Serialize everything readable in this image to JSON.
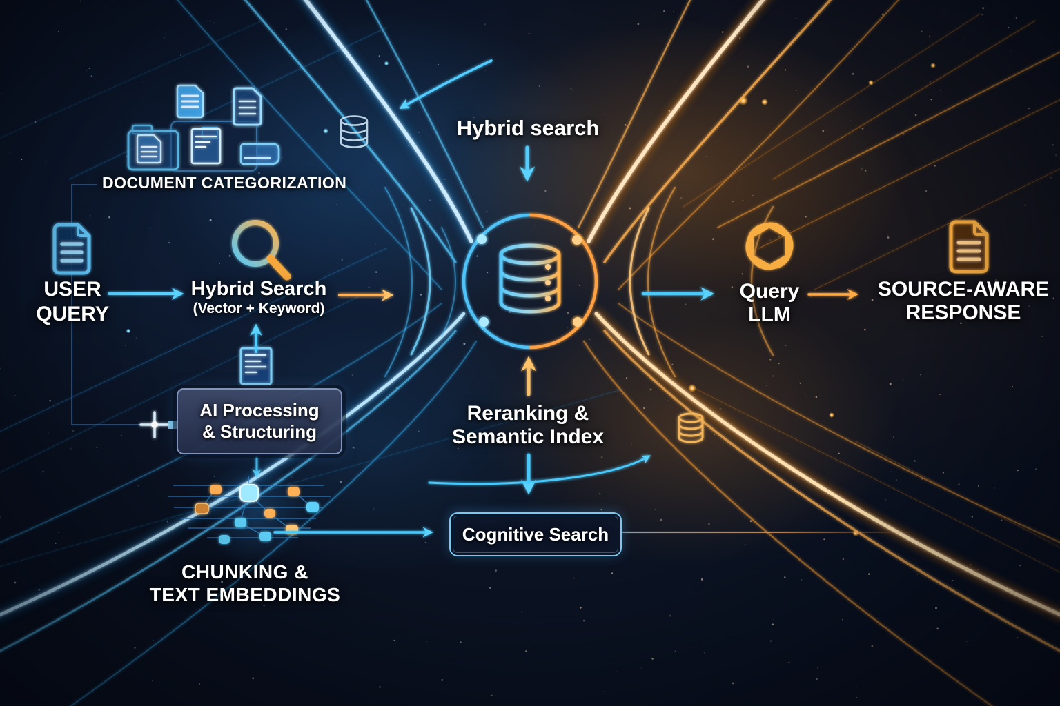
{
  "diagram": {
    "background": {
      "base": "#0a1120",
      "accent_blue": "#3fc1f7",
      "accent_orange": "#f79b33"
    },
    "flow_labels": {
      "hybrid_search_top": "Hybrid search",
      "reranking_line1": "Reranking &",
      "reranking_line2": "Semantic Index"
    },
    "nodes": {
      "document_categorization": {
        "label": "DOCUMENT CATEGORIZATION"
      },
      "user_query": {
        "line1": "USER",
        "line2": "QUERY"
      },
      "hybrid_search": {
        "title": "Hybrid Search",
        "subtitle": "(Vector + Keyword)"
      },
      "ai_processing": {
        "line1": "AI Processing",
        "line2": "& Structuring"
      },
      "chunking": {
        "line1": "CHUNKING &",
        "line2": "TEXT EMBEDDINGS"
      },
      "cognitive_search": {
        "label": "Cognitive Search"
      },
      "query_llm": {
        "line1": "Query",
        "line2": "LLM"
      },
      "source_aware_response": {
        "line1": "SOURCE-AWARE",
        "line2": "RESPONSE"
      }
    },
    "icons": [
      "document-icon",
      "folder-icon",
      "receipt-icon",
      "database-icon",
      "search-magnifier-icon",
      "ai-chip-circuit-icon",
      "openai-logo-icon"
    ],
    "colors": {
      "arrow_blue": "#52cdfd",
      "arrow_gold": "#ffb95e",
      "text": "#ffffff",
      "box_border_blue": "#79c7f2",
      "box_fill": "#1a2440"
    }
  }
}
